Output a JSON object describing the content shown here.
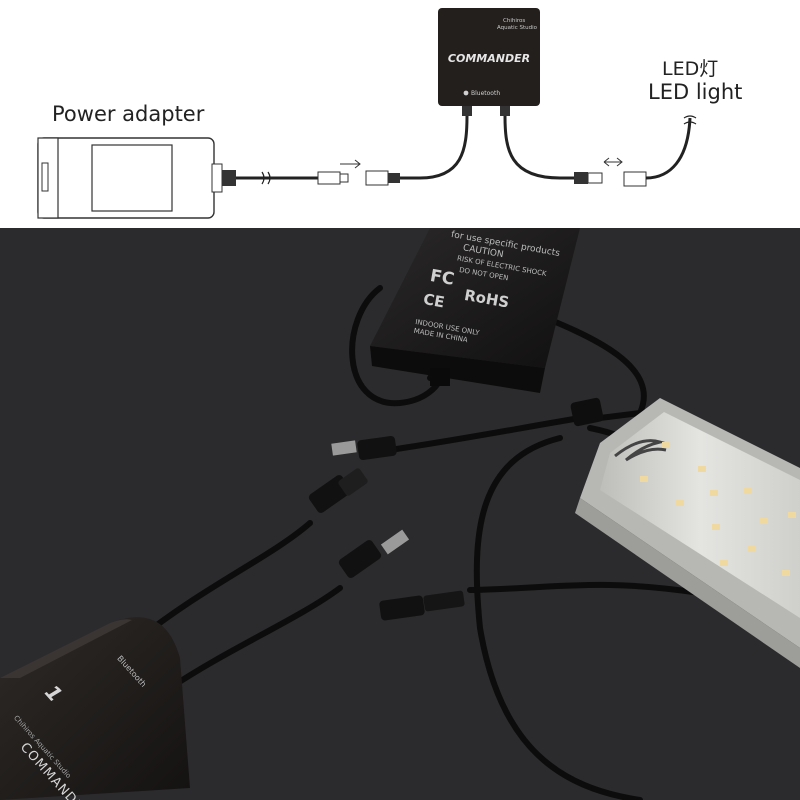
{
  "diagram": {
    "power_adapter_label": "Power adapter",
    "led_label_cn": "LED灯",
    "led_label_en": "LED light",
    "controller_brand": "COMMANDER",
    "controller_maker_line1": "Chihiros",
    "controller_maker_line2": "Aquatic Studio",
    "controller_bt": "Bluetooth"
  },
  "photo": {
    "adapter_lines": [
      "for use specific products",
      "CAUTION",
      "RISK OF ELECTRIC SHOCK",
      "DO NOT OPEN",
      "INDOOR USE ONLY",
      "MADE IN CHINA"
    ],
    "adapter_marks": [
      "FC",
      "CE",
      "RoHS"
    ],
    "controller_brand": "COMMANDER",
    "controller_model": "1",
    "controller_bt": "Bluetooth",
    "controller_maker": "Chihiros Aquatic Studio"
  },
  "colors": {
    "background_photo": "#2b2b2d",
    "diagram_background": "#ffffff",
    "controller_body": "#1d1a18",
    "led_housing": "#d9d9d6",
    "led_chip": "#efd9a0"
  }
}
